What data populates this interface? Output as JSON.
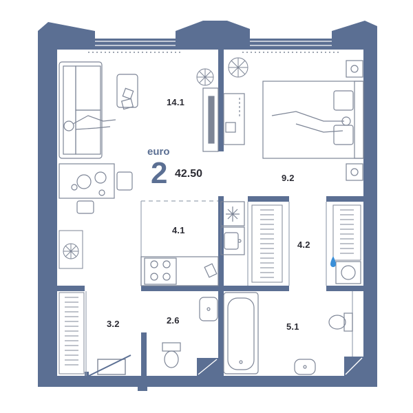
{
  "plan": {
    "type_label": "euro",
    "rooms": "2",
    "total_area": "42.50",
    "colors": {
      "wall": "#5b6f93",
      "line": "#9aa3b2",
      "furniture": "#7d8596",
      "drop": "#3a8fd8"
    },
    "areas": {
      "living": "14.1",
      "bedroom": "9.2",
      "kitchen": "4.1",
      "storage": "4.2",
      "hall": "3.2",
      "wc": "2.6",
      "bath": "5.1"
    }
  }
}
